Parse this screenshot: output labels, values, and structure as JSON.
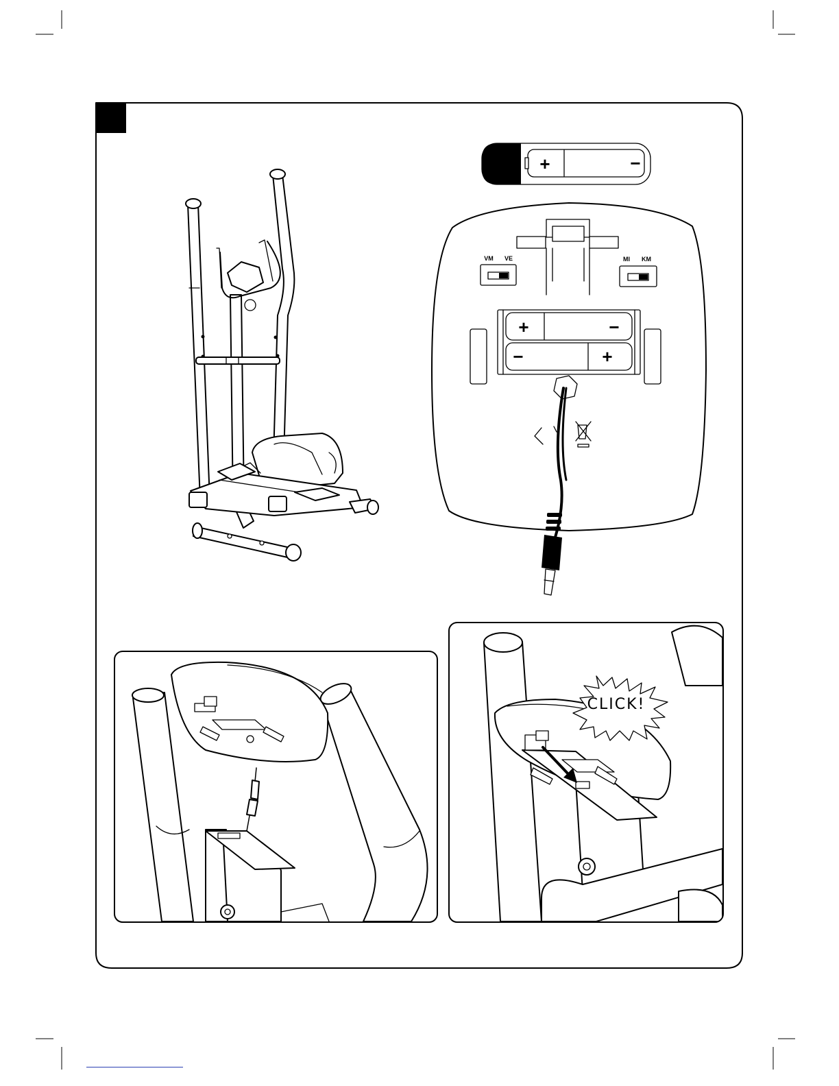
{
  "step_marker": {
    "number": ""
  },
  "battery_badge": {
    "count": ""
  },
  "battery": {
    "plus": "+",
    "minus": "−"
  },
  "console": {
    "switch_left": {
      "label_a": "VM",
      "label_b": "VE"
    },
    "switch_right": {
      "label_a": "MI",
      "label_b": "KM"
    },
    "cell_top": {
      "left": "+",
      "right": "−"
    },
    "cell_bottom": {
      "left": "−",
      "right": "+"
    }
  },
  "callout": {
    "text": "CLICK!"
  },
  "colors": {
    "ink": "#000000",
    "paper": "#ffffff",
    "footer_link": "#2a3fb3"
  }
}
